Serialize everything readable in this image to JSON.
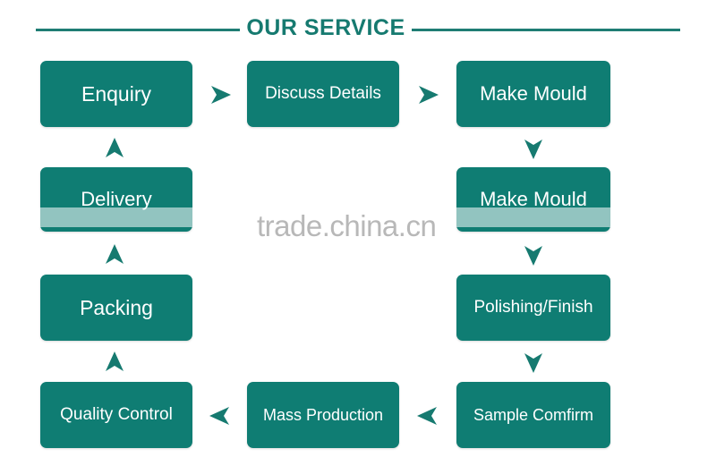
{
  "header": {
    "title": "OUR SERVICE"
  },
  "steps": {
    "enquiry": "Enquiry",
    "discuss_details": "Discuss Details",
    "make_mould_1": "Make Mould",
    "make_mould_2": "Make Mould",
    "polishing_finish": "Polishing/Finish",
    "sample_comfirm": "Sample Comfirm",
    "mass_production": "Mass Production",
    "quality_control": "Quality Control",
    "packing": "Packing",
    "delivery": "Delivery"
  },
  "watermark": {
    "text": "trade.china.cn"
  },
  "colors": {
    "box": "#0f7d73",
    "arrow": "#167a70",
    "title": "#167a70"
  },
  "icons": {
    "right": "arrow-right-icon",
    "left": "arrow-left-icon",
    "up": "arrow-up-icon",
    "down": "arrow-down-icon"
  }
}
